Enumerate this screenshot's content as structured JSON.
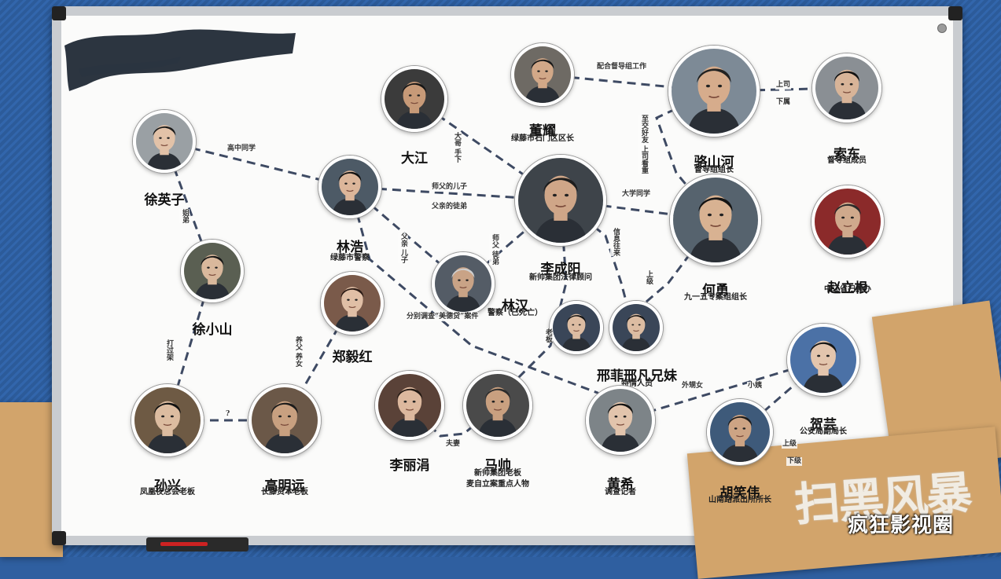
{
  "nodes": [
    {
      "id": "xuyingzi",
      "name": "徐英子",
      "role": "",
      "skin": "#e2c2a8",
      "hair": "#1a1a1a",
      "bg": "#9aa0a4"
    },
    {
      "id": "linhao",
      "name": "林浩",
      "role": "绿藤市警察",
      "skin": "#dcb69a",
      "hair": "#111",
      "bg": "#4d5a66"
    },
    {
      "id": "dajiang",
      "name": "大江",
      "role": "",
      "skin": "#c79a78",
      "hair": "#151515",
      "bg": "#3b3b3b"
    },
    {
      "id": "dongyao",
      "name": "董耀",
      "role": "绿藤市石门区区长",
      "skin": "#d2a888",
      "hair": "#181818",
      "bg": "#6e6a64"
    },
    {
      "id": "lichengyang",
      "name": "李成阳",
      "role": "新帅集团法律顾问",
      "skin": "#cfa688",
      "hair": "#1d1d1d",
      "bg": "#3e444a"
    },
    {
      "id": "luoshanhe",
      "name": "骆山河",
      "role": "督导组组长",
      "skin": "#d6ac8c",
      "hair": "#222",
      "bg": "#7d8a96"
    },
    {
      "id": "suodong",
      "name": "索东",
      "role": "督导组成员",
      "skin": "#d8b498",
      "hair": "#111",
      "bg": "#8a8f94"
    },
    {
      "id": "heyong",
      "name": "何勇",
      "role": "九一五专案组组长",
      "skin": "#d8b292",
      "hair": "#141414",
      "bg": "#56636e"
    },
    {
      "id": "zhaoligen",
      "name": "赵立根",
      "role": "中江省扫黑办",
      "skin": "#cfa98c",
      "hair": "#2a2a2a",
      "bg": "#8b2a2a"
    },
    {
      "id": "xuxiaoshan",
      "name": "徐小山",
      "role": "",
      "skin": "#d9b89c",
      "hair": "#151515",
      "bg": "#5a5f52"
    },
    {
      "id": "linhan",
      "name": "林汉",
      "role": "警察（已死亡）",
      "skin": "#c9a386",
      "hair": "#cfcfcf",
      "bg": "#545c66"
    },
    {
      "id": "zhengyihong",
      "name": "郑毅红",
      "role": "",
      "skin": "#e0bfa6",
      "hair": "#2a1a14",
      "bg": "#7a5a4a"
    },
    {
      "id": "xingfei",
      "name": "邢菲邢凡兄妹",
      "role": "特情人员",
      "skin": "#dcbca2",
      "hair": "#151515",
      "bg": "#3a4658"
    },
    {
      "id": "hewei",
      "name": "贺芸",
      "role": "公安局副局长",
      "skin": "#e3c5ad",
      "hair": "#161616",
      "bg": "#4b71a6"
    },
    {
      "id": "sunxing",
      "name": "孙兴",
      "role": "凤凰夜总会老板",
      "skin": "#dcbca0",
      "hair": "#111",
      "bg": "#6e5a44"
    },
    {
      "id": "gaomingyuan",
      "name": "高明远",
      "role": "长藤资本老板",
      "skin": "#c8a080",
      "hair": "#1b1b1b",
      "bg": "#6b5848"
    },
    {
      "id": "lilijuan",
      "name": "李丽涓",
      "role": "",
      "skin": "#dcb89e",
      "hair": "#241a14",
      "bg": "#5a4238"
    },
    {
      "id": "mashuai",
      "name": "马帅",
      "role": "新帅集团老板\n麦自立案重点人物",
      "skin": "#c9a080",
      "hair": "#2c2c2c",
      "bg": "#4a4a4a"
    },
    {
      "id": "huangxi",
      "name": "黄希",
      "role": "调查记者",
      "skin": "#e2c4ac",
      "hair": "#121212",
      "bg": "#7d8488"
    },
    {
      "id": "huxiaowei",
      "name": "胡笑伟",
      "role": "山南路派出所所长",
      "skin": "#cda484",
      "hair": "#1c1c1c",
      "bg": "#3e5a7a"
    }
  ],
  "edges": [
    {
      "from": "xuyingzi",
      "to": "linhao",
      "label": "高中同学"
    },
    {
      "from": "xuyingzi",
      "to": "xuxiaoshan",
      "label": "姐弟"
    },
    {
      "from": "xuxiaoshan",
      "to": "sunxing",
      "label": "打过架"
    },
    {
      "from": "sunxing",
      "to": "gaomingyuan",
      "label": "?"
    },
    {
      "from": "gaomingyuan",
      "to": "zhengyihong",
      "label": "养父 养女"
    },
    {
      "from": "linhao",
      "to": "lichengyang",
      "label": "师父的儿子",
      "label2": "父亲的徒弟"
    },
    {
      "from": "linhao",
      "to": "linhan",
      "label": "父亲 儿子"
    },
    {
      "from": "linhan",
      "to": "lichengyang",
      "label": "师父 徒弟"
    },
    {
      "from": "dajiang",
      "to": "lichengyang",
      "label": "大哥 手下"
    },
    {
      "from": "dongyao",
      "to": "luoshanhe",
      "label": "配合督导组工作"
    },
    {
      "from": "luoshanhe",
      "to": "suodong",
      "label": "上司",
      "label2": "下属"
    },
    {
      "from": "luoshanhe",
      "to": "heyong",
      "label": "至交好友 上司看重"
    },
    {
      "from": "lichengyang",
      "to": "heyong",
      "label": "大学同学"
    },
    {
      "from": "lichengyang",
      "to": "xingfei",
      "label": "信息往来"
    },
    {
      "from": "heyong",
      "to": "xingfei",
      "label": "上级"
    },
    {
      "from": "linhao",
      "to": "huangxi",
      "label": "分别调查“美德贷”案件"
    },
    {
      "from": "lichengyang",
      "to": "mashuai",
      "label": "老板"
    },
    {
      "from": "lilijuan",
      "to": "mashuai",
      "label": "夫妻"
    },
    {
      "from": "huangxi",
      "to": "hewei",
      "label": "外甥女",
      "label2": "小姨"
    },
    {
      "from": "hewei",
      "to": "huxiaowei",
      "label": "上级",
      "label2": "下级"
    }
  ],
  "title_logo": "扫黑风暴",
  "watermark": "疯狂影视圈"
}
